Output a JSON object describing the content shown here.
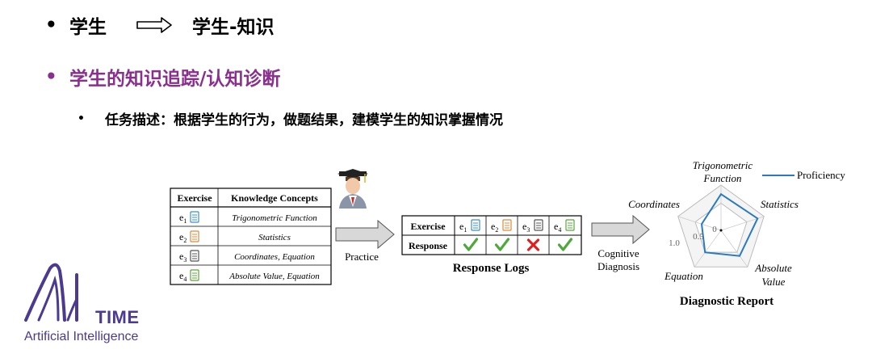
{
  "bullets": {
    "b1_left": "学生",
    "b1_right": "学生-知识",
    "b2": "学生的知识追踪/认知诊断",
    "b3": "任务描述：根据学生的行为，做题结果，建模学生的知识掌握情况"
  },
  "table": {
    "headers": [
      "Exercise",
      "Knowledge Concepts"
    ],
    "rows": [
      {
        "exercise": "e",
        "sub": "1",
        "concept": "Trigonometric Function",
        "color": "#3a8fd0"
      },
      {
        "exercise": "e",
        "sub": "2",
        "concept": "Statistics",
        "color": "#e08a3a"
      },
      {
        "exercise": "e",
        "sub": "3",
        "concept": "Coordinates, Equation",
        "color": "#555555"
      },
      {
        "exercise": "e",
        "sub": "4",
        "concept": "Absolute Value, Equation",
        "color": "#5aa83a"
      }
    ]
  },
  "practice_label": "Practice",
  "response_logs": {
    "row1_label": "Exercise",
    "row2_label": "Response",
    "items": [
      {
        "e": "e",
        "sub": "1",
        "result": "correct"
      },
      {
        "e": "e",
        "sub": "2",
        "result": "correct"
      },
      {
        "e": "e",
        "sub": "3",
        "result": "wrong"
      },
      {
        "e": "e",
        "sub": "4",
        "result": "correct"
      }
    ],
    "title": "Response Logs"
  },
  "cognitive_label_1": "Cognitive",
  "cognitive_label_2": "Diagnosis",
  "radar": {
    "axes": [
      {
        "label1": "Trigonometric",
        "label2": "Function"
      },
      {
        "label1": "Statistics",
        "label2": ""
      },
      {
        "label1": "Absolute",
        "label2": "Value"
      },
      {
        "label1": "Equation",
        "label2": ""
      },
      {
        "label1": "Coordinates",
        "label2": ""
      }
    ],
    "values": [
      0.8,
      0.85,
      0.7,
      0.6,
      0.45
    ],
    "ticks": [
      "0",
      "0.5",
      "1.0"
    ],
    "legend": "Proficiency",
    "line_color": "#2a7ac0",
    "title": "Diagnostic Report"
  },
  "logo": {
    "word": "TIME",
    "subtitle": "Artificial Intelligence",
    "color": "#4b3a8f"
  }
}
